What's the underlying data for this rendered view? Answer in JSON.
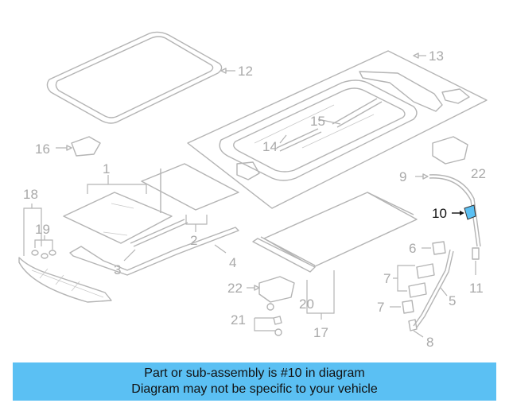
{
  "diagram": {
    "highlight_color": "#5bc0f3",
    "highlighted_part": "10",
    "callouts": [
      "1",
      "2",
      "3",
      "4",
      "5",
      "6",
      "7",
      "7",
      "8",
      "9",
      "10",
      "11",
      "12",
      "13",
      "14",
      "15",
      "16",
      "17",
      "18",
      "19",
      "20",
      "21",
      "22",
      "22"
    ]
  },
  "banner": {
    "line1": "Part or sub-assembly is #10 in diagram",
    "line2": "Diagram may not be specific to your vehicle",
    "background": "#5bc0f3"
  }
}
